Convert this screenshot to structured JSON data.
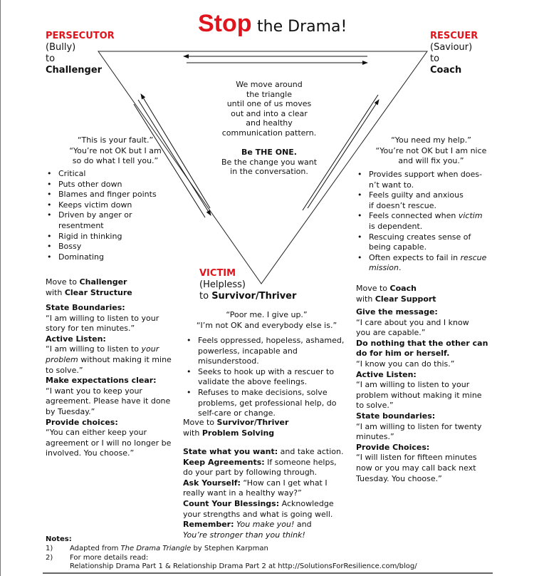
{
  "title": {
    "stop": "Stop",
    "rest": "the Drama!"
  },
  "colors": {
    "accent": "#e0141c"
  },
  "persecutor": {
    "role": "PERSECUTOR",
    "alias": "(Bully)",
    "to": "to",
    "target": "Challenger"
  },
  "rescuer": {
    "role": "RESCUER",
    "alias": "(Saviour)",
    "to": "to",
    "target": "Coach"
  },
  "victim": {
    "role": "VICTIM",
    "alias": "(Helpless)",
    "to": "to ",
    "target": "Survivor/Thriver"
  },
  "center": {
    "lines": [
      "We move around",
      "the triangle",
      "until one of us moves",
      "out and into a clear",
      "and healthy",
      "communication pattern."
    ],
    "be_the_one": "Be THE ONE.",
    "lines2": [
      "Be the change you want",
      "in the conversation."
    ]
  },
  "left": {
    "quote": [
      "“This is your fault.”",
      "“You’re not OK but I am",
      "so do what I tell you.”"
    ],
    "bullets": [
      [
        "Critical"
      ],
      [
        "Puts other down"
      ],
      [
        "Blames and finger points"
      ],
      [
        "Keeps victim down"
      ],
      [
        "Driven by anger or",
        "resentment"
      ],
      [
        "Rigid in thinking"
      ],
      [
        "Bossy"
      ],
      [
        "Dominating"
      ]
    ],
    "move": [
      [
        {
          "t": "Move to "
        },
        {
          "t": "Challenger",
          "s": "b"
        }
      ],
      [
        {
          "t": "with "
        },
        {
          "t": "Clear Structure",
          "s": "b"
        }
      ]
    ],
    "steps": [
      [
        {
          "t": "State Boundaries:",
          "s": "b"
        }
      ],
      [
        {
          "t": "“I am willing to listen to your"
        }
      ],
      [
        {
          "t": "story for ten minutes.”"
        }
      ],
      [
        {
          "t": "Active Listen:",
          "s": "b"
        }
      ],
      [
        {
          "t": "“I am willing to listen to "
        },
        {
          "t": "your",
          "s": "i"
        }
      ],
      [
        {
          "t": "problem",
          "s": "i"
        },
        {
          "t": " without making it mine"
        }
      ],
      [
        {
          "t": "to solve.”"
        }
      ],
      [
        {
          "t": "Make expectations clear:",
          "s": "b"
        }
      ],
      [
        {
          "t": " “I want you to keep your"
        }
      ],
      [
        {
          "t": "agreement. Please have it done"
        }
      ],
      [
        {
          "t": "by Tuesday.”"
        }
      ],
      [
        {
          "t": "Provide choices:",
          "s": "b"
        }
      ],
      [
        {
          "t": "“You can either keep your"
        }
      ],
      [
        {
          "t": "agreement or I will no longer be"
        }
      ],
      [
        {
          "t": "involved. You choose.”"
        }
      ]
    ]
  },
  "right": {
    "quote": [
      "“You need my help.”",
      "“You’re not OK but I am nice",
      "and will fix you.”"
    ],
    "bullets": [
      [
        [
          {
            "t": "Provides support when does-"
          }
        ],
        [
          {
            "t": "n’t want to."
          }
        ]
      ],
      [
        [
          {
            "t": "Feels guilty and anxious"
          }
        ],
        [
          {
            "t": "if doesn’t rescue."
          }
        ]
      ],
      [
        [
          {
            "t": "Feels connected when  "
          },
          {
            "t": "victim",
            "s": "i"
          }
        ],
        [
          {
            "t": "is dependent."
          }
        ]
      ],
      [
        [
          {
            "t": "Rescuing creates sense of"
          }
        ],
        [
          {
            "t": "being capable."
          }
        ]
      ],
      [
        [
          {
            "t": "Often expects to fail in "
          },
          {
            "t": "rescue",
            "s": "i"
          }
        ],
        [
          {
            "t": "mission",
            "s": "i"
          },
          {
            "t": "."
          }
        ]
      ]
    ],
    "move": [
      [
        {
          "t": "Move to "
        },
        {
          "t": "Coach",
          "s": "b"
        }
      ],
      [
        {
          "t": "with "
        },
        {
          "t": "Clear Support",
          "s": "b"
        }
      ]
    ],
    "steps": [
      [
        {
          "t": "Give the message:",
          "s": "b"
        }
      ],
      [
        {
          "t": "“I care about you and I know"
        }
      ],
      [
        {
          "t": "you are capable.”"
        }
      ],
      [
        {
          "t": "Do nothing that the other can",
          "s": "b"
        }
      ],
      [
        {
          "t": "do for him or herself.",
          "s": "b"
        }
      ],
      [
        {
          "t": "“I know you can do this.”"
        }
      ],
      [
        {
          "t": "Active Listen:",
          "s": "b"
        }
      ],
      [
        {
          "t": "“I am willing to listen to your"
        }
      ],
      [
        {
          "t": "problem without making it mine"
        }
      ],
      [
        {
          "t": "to solve.”"
        }
      ],
      [
        {
          "t": "State boundaries:",
          "s": "b"
        }
      ],
      [
        {
          "t": "“I am willing to listen for twenty"
        }
      ],
      [
        {
          "t": "minutes.”"
        }
      ],
      [
        {
          "t": "Provide Choices:",
          "s": "b"
        }
      ],
      [
        {
          "t": "“I will listen for fifteen minutes"
        }
      ],
      [
        {
          "t": "now or you may call back next"
        }
      ],
      [
        {
          "t": "Tuesday. You choose.”"
        }
      ]
    ]
  },
  "middle": {
    "quote": [
      "“Poor me. I give up.”",
      "“I’m not OK and everybody else is.”"
    ],
    "bullets": [
      [
        "Feels oppressed, hopeless, ashamed,",
        "powerless, incapable and",
        " misunderstood."
      ],
      [
        "Seeks to hook up with a rescuer to",
        "validate the above feelings."
      ],
      [
        "Refuses to make decisions, solve",
        "problems, get professional help, do",
        "self-care or change."
      ]
    ],
    "move": [
      [
        {
          "t": "Move to "
        },
        {
          "t": "Survivor/Thriver",
          "s": "b"
        }
      ],
      [
        {
          "t": "with "
        },
        {
          "t": "Problem Solving",
          "s": "b"
        }
      ]
    ],
    "steps": [
      [
        {
          "t": "State what you want:",
          "s": "b"
        },
        {
          "t": " and take action."
        }
      ],
      [
        {
          "t": "Keep Agreements:",
          "s": "b"
        },
        {
          "t": " If someone helps,"
        }
      ],
      [
        {
          "t": "do your part by following through."
        }
      ],
      [
        {
          "t": "Ask Yourself:",
          "s": "b"
        },
        {
          "t": " “How can I get what I"
        }
      ],
      [
        {
          "t": "really want in a healthy way?”"
        }
      ],
      [
        {
          "t": "Count Your Blessings:",
          "s": "b"
        },
        {
          "t": " Acknowledge"
        }
      ],
      [
        {
          "t": "your strengths and what is going well."
        }
      ],
      [
        {
          "t": "Remember:",
          "s": "b"
        },
        {
          "t": " "
        },
        {
          "t": "You make you!",
          "s": "i"
        },
        {
          "t": " and"
        }
      ],
      [
        {
          "t": "You’re stronger than you think!",
          "s": "i"
        }
      ]
    ]
  },
  "notes": {
    "heading": "Notes:",
    "items": [
      {
        "num": "1)",
        "lines": [
          [
            {
              "t": "Adapted from "
            },
            {
              "t": "The Drama Triangle",
              "s": "i"
            },
            {
              "t": " by Stephen Karpman"
            }
          ]
        ]
      },
      {
        "num": "2)",
        "lines": [
          [
            {
              "t": "For more details read:"
            }
          ],
          [
            {
              "t": "Relationship Drama Part 1 & Relationship Drama Part 2 at http://SolutionsForResilience.com/blog/"
            }
          ]
        ]
      }
    ]
  }
}
